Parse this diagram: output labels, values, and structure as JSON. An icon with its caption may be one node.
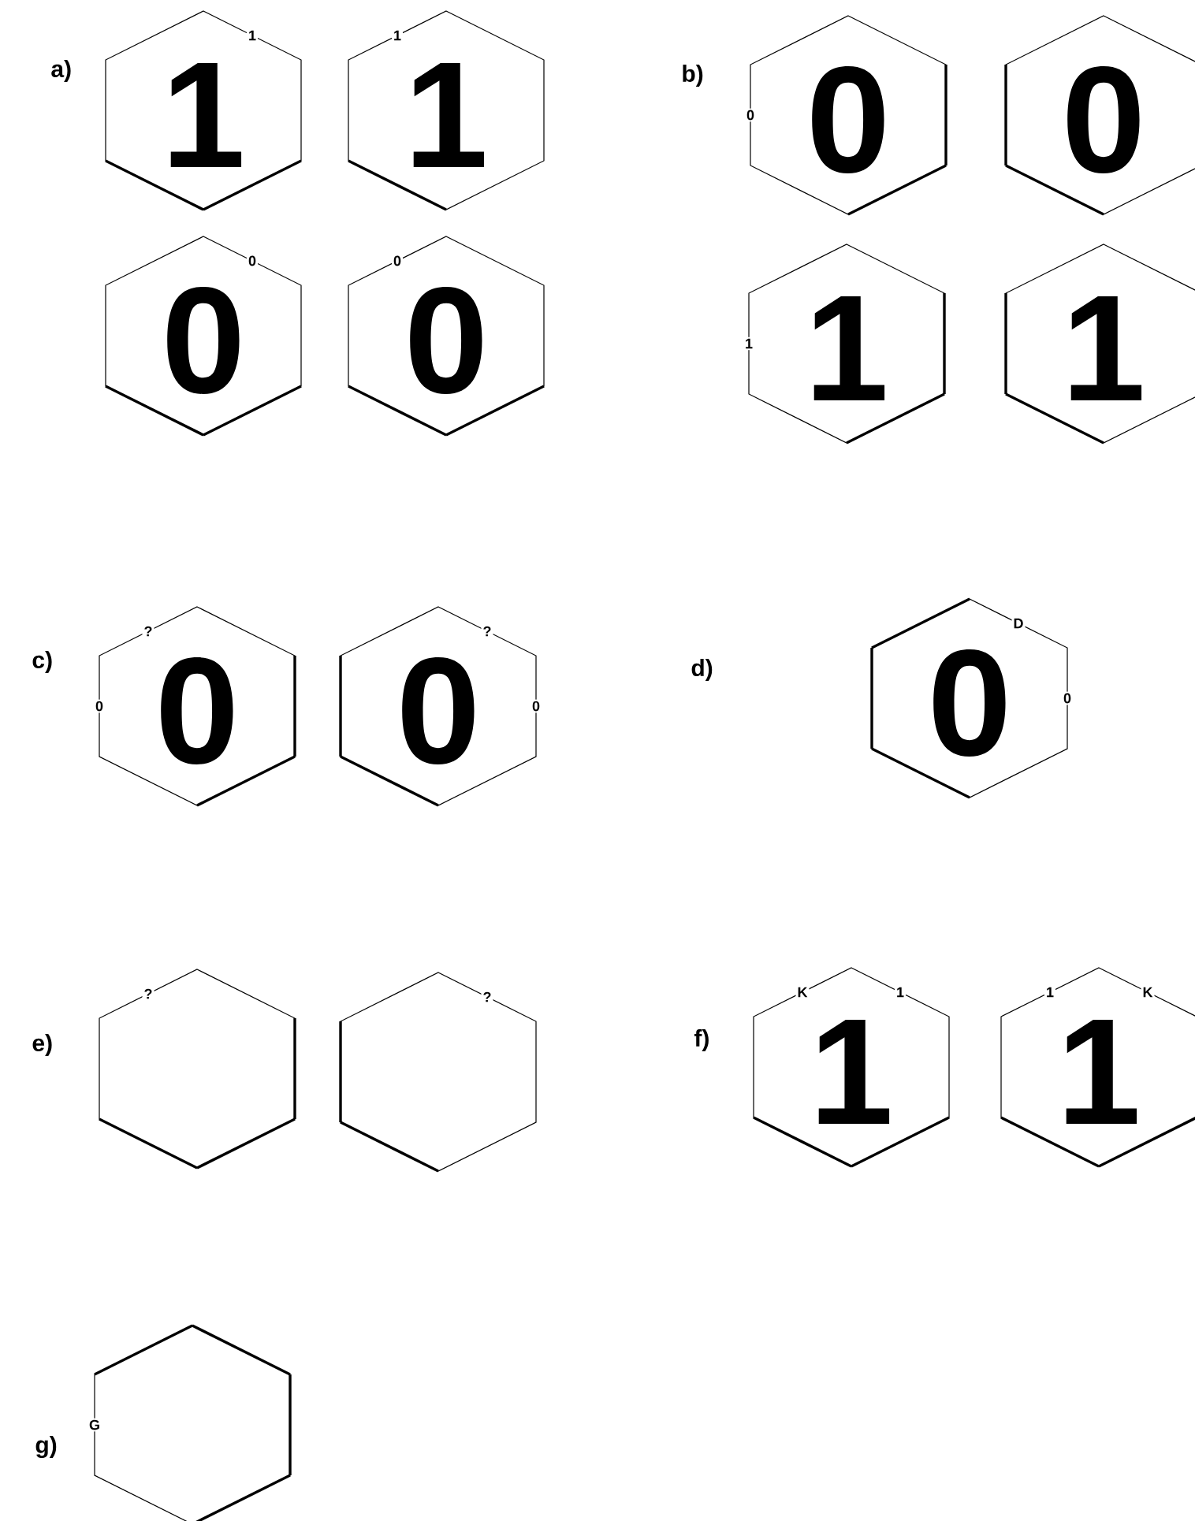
{
  "diagram": {
    "nodes": [
      {
        "text": [
          "1",
          "1"
        ]
      },
      {
        "text": [
          "1",
          "1"
        ]
      },
      {
        "text": [
          "0",
          "0"
        ]
      },
      {
        "text": [
          "0",
          "0"
        ]
      },
      {
        "text": [
          "0",
          "0"
        ]
      },
      {
        "text": [
          "0"
        ]
      },
      {
        "text": [
          "1",
          "1"
        ]
      },
      {
        "text": [
          "1"
        ]
      },
      {
        "text": [
          "?",
          "0",
          "0"
        ]
      },
      {
        "text": [
          "?",
          "0",
          "0"
        ]
      },
      {
        "text": [
          "D",
          "0",
          "0"
        ]
      },
      {
        "text": [
          "?"
        ]
      },
      {
        "text": [
          "?"
        ]
      },
      {
        "text": [
          "K",
          "1",
          "1"
        ]
      },
      {
        "text": [
          "1",
          "K",
          "1"
        ]
      },
      {
        "text": [
          "G"
        ]
      }
    ],
    "labels": [
      "a)",
      "b)",
      "c)",
      "d)",
      "e)",
      "f)",
      "g)"
    ]
  }
}
